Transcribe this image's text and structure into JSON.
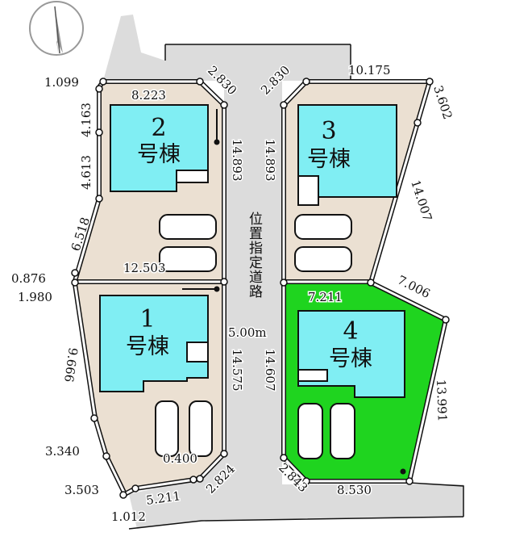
{
  "colors": {
    "lot": "#ebe0d2",
    "house": "#80eef3",
    "road": "#dcdcdc",
    "lot4": "#1fd41f"
  },
  "icons": {
    "north": "north-arrow-icon",
    "car": "car-icon"
  },
  "lots": [
    {
      "number": "1",
      "name": "号棟"
    },
    {
      "number": "2",
      "name": "号棟"
    },
    {
      "number": "3",
      "name": "号棟"
    },
    {
      "number": "4",
      "name": "号棟"
    }
  ],
  "road": {
    "label": "位置指定道路",
    "width": "5.00m"
  },
  "dims": {
    "d1099": "1.099",
    "d8223": "8.223",
    "d2830a": "2.830",
    "d2830b": "2.830",
    "d10175": "10.175",
    "d3602": "3.602",
    "d4163": "4.163",
    "d4613": "4.613",
    "d14893a": "14.893",
    "d14893b": "14.893",
    "d14007": "14.007",
    "d6518": "6.518",
    "d12503": "12.503",
    "d0876": "0.876",
    "d1980": "1.980",
    "d7211": "7.211",
    "d7006": "7.006",
    "d9666": "9.666",
    "d14575": "14.575",
    "d14607": "14.607",
    "d13991": "13.991",
    "d3340": "3.340",
    "d0400": "0.400",
    "d3503": "3.503",
    "d5211": "5.211",
    "d2824": "2.824",
    "d2843": "2.843",
    "d8530": "8.530",
    "d1012": "1.012"
  }
}
